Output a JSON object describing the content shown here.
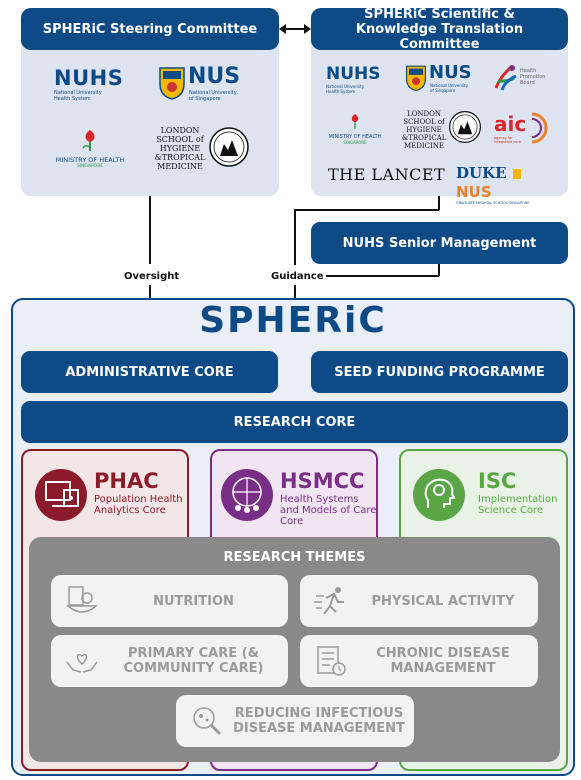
{
  "steering": {
    "title": "SPHERiC Steering Committee",
    "logos": {
      "nuhs": "NUHS",
      "nuhs_sub": "National University Health System",
      "nus": "NUS",
      "nus_sub": "National University of Singapore",
      "moh": "MINISTRY OF HEALTH",
      "moh_sub": "SINGAPORE",
      "lshtm": "LONDON SCHOOL of HYGIENE &TROPICAL MEDICINE"
    }
  },
  "scientific": {
    "title": "SPHERiC Scientific & Knowledge Translation Committee",
    "logos": {
      "nuhs": "NUHS",
      "nuhs_sub": "National University Health System",
      "nus": "NUS",
      "nus_sub": "National University of Singapore",
      "hpb": "Health Promotion Board",
      "moh": "MINISTRY OF HEALTH",
      "moh_sub": "SINGAPORE",
      "lshtm": "LONDON SCHOOL of HYGIENE &TROPICAL MEDICINE",
      "aic": "aic",
      "aic_sub": "agency for integrated care",
      "lancet": "THE LANCET",
      "duke": "DUKE",
      "duke_nus": "NUS",
      "duke_sub": "GRADUATE MEDICAL SCHOOL SINGAPORE"
    }
  },
  "senior_mgmt": "NUHS Senior Management",
  "labels": {
    "oversight": "Oversight",
    "guidance": "Guidance"
  },
  "spheric": {
    "title": "SPHERiC",
    "admin_core": "ADMINISTRATIVE CORE",
    "seed_funding": "SEED FUNDING PROGRAMME",
    "research_core": "RESEARCH CORE"
  },
  "cores": [
    {
      "abbr": "PHAC",
      "name": "Population Health Analytics Core",
      "color": "#8b1a2b"
    },
    {
      "abbr": "HSMCC",
      "name": "Health Systems and Models of Care Core",
      "color": "#7a2f86"
    },
    {
      "abbr": "ISC",
      "name": "Implementation Science Core",
      "color": "#5aa646"
    }
  ],
  "themes": {
    "title": "RESEARCH THEMES",
    "items": [
      {
        "label": "NUTRITION",
        "icon": "nutrition-icon"
      },
      {
        "label": "PHYSICAL ACTIVITY",
        "icon": "running-icon"
      },
      {
        "label": "PRIMARY CARE (& COMMUNITY CARE)",
        "icon": "care-hands-icon"
      },
      {
        "label": "CHRONIC DISEASE MANAGEMENT",
        "icon": "checklist-icon"
      },
      {
        "label": "REDUCING INFECTIOUS DISEASE MANAGEMENT",
        "icon": "microbe-icon"
      }
    ]
  }
}
